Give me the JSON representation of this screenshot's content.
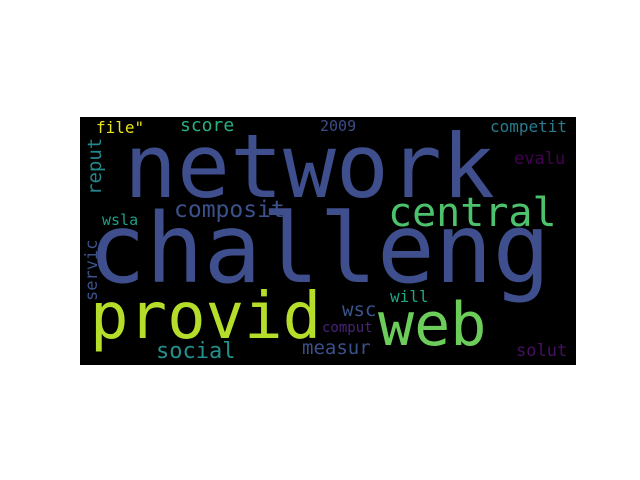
{
  "wordcloud": {
    "words": [
      {
        "text": "network",
        "color": "#3f4e8c"
      },
      {
        "text": "challeng",
        "color": "#3f4e8c"
      },
      {
        "text": "provid",
        "color": "#b5de2b"
      },
      {
        "text": "web",
        "color": "#6ccd5a"
      },
      {
        "text": "central",
        "color": "#4cc26c"
      },
      {
        "text": "composit",
        "color": "#3b518b"
      },
      {
        "text": "social",
        "color": "#22908d"
      },
      {
        "text": "measur",
        "color": "#3b518b"
      },
      {
        "text": "file\"",
        "color": "#e8e419"
      },
      {
        "text": "score",
        "color": "#2ab07f"
      },
      {
        "text": "2009",
        "color": "#3d4d8a"
      },
      {
        "text": "competit",
        "color": "#297b8e"
      },
      {
        "text": "evalu",
        "color": "#440154"
      },
      {
        "text": "reput",
        "color": "#24878e"
      },
      {
        "text": "wsla",
        "color": "#1f9e89"
      },
      {
        "text": "servic",
        "color": "#3b528b"
      },
      {
        "text": "wsc",
        "color": "#3a548c"
      },
      {
        "text": "will",
        "color": "#20a486"
      },
      {
        "text": "comput",
        "color": "#482475"
      },
      {
        "text": "solut",
        "color": "#471063"
      }
    ]
  }
}
